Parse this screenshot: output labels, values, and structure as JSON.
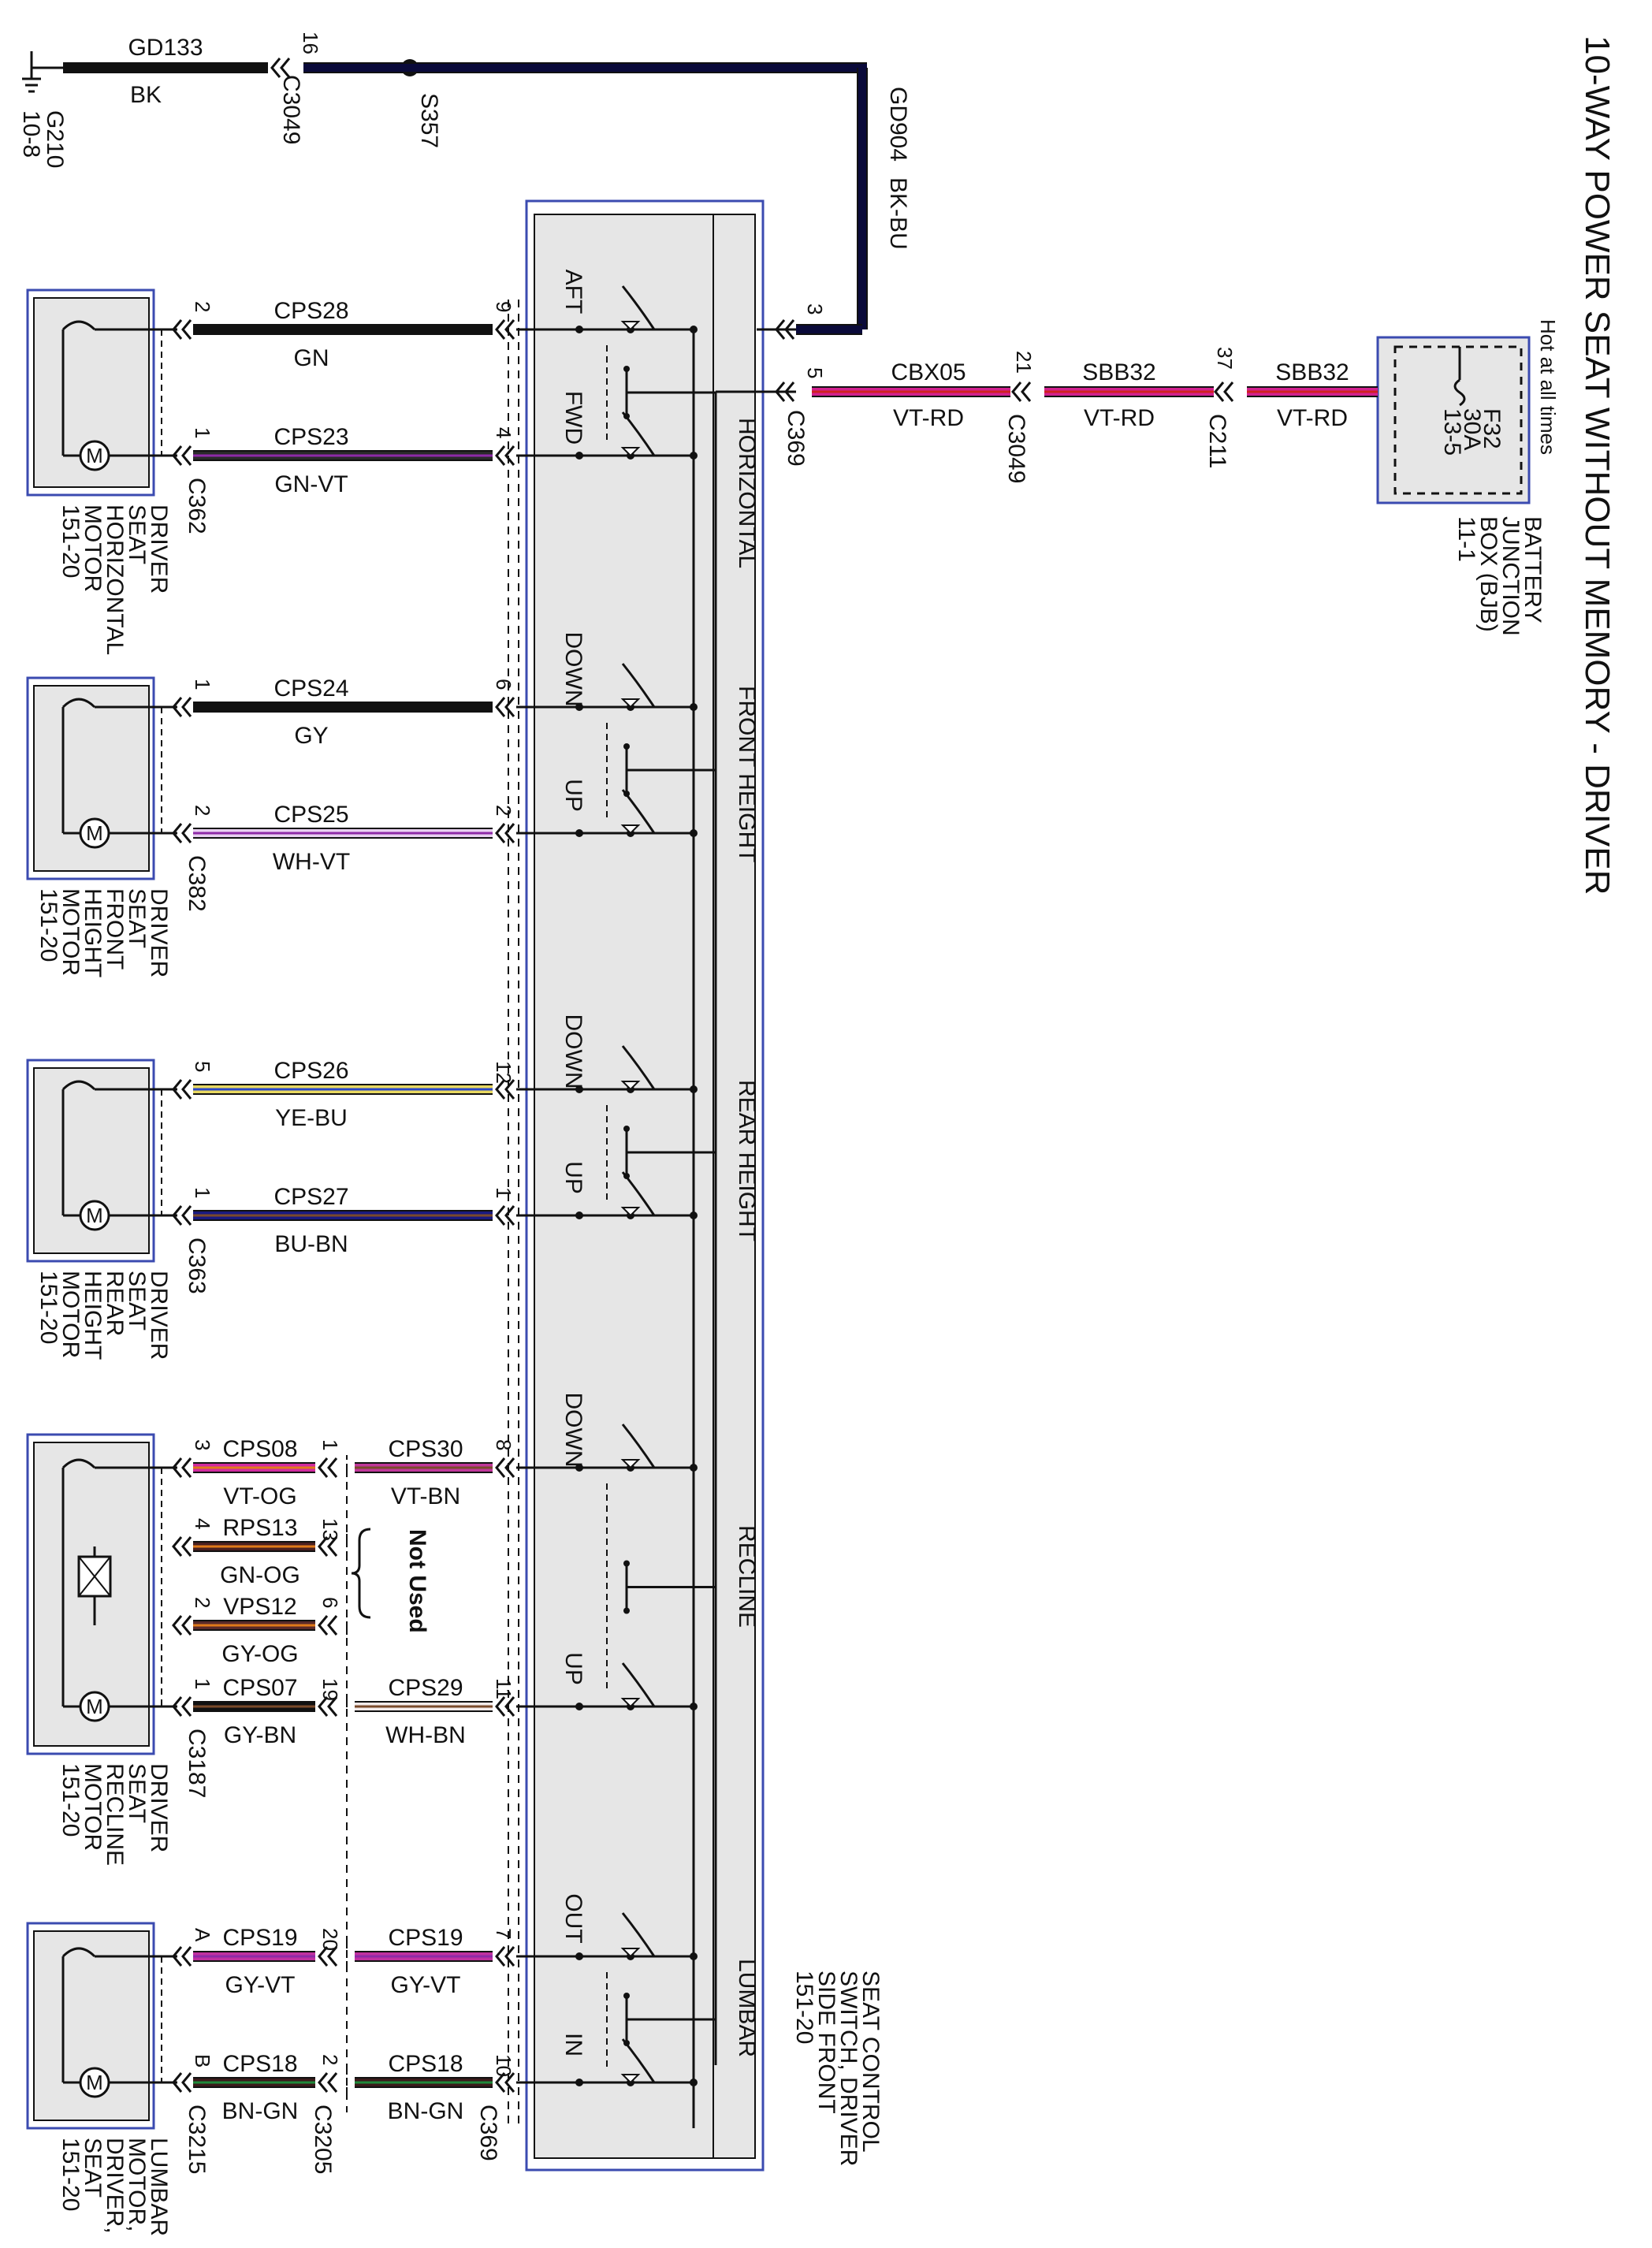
{
  "title": "10-WAY POWER SEAT WITHOUT MEMORY - DRIVER",
  "colors": {
    "BK": "#111111",
    "BK-BU": "#0a0a3a",
    "GN": "#111111",
    "GN-VT": "#2a2a2a",
    "GY": "#111111",
    "WH-VT": "#e8d0f0",
    "YE-BU": "#e8d860",
    "BU-BN": "#1a1a80",
    "VT-OG": "#d12a9e",
    "VT-BN": "#c0369a",
    "GN-OG": "#4a2020",
    "GY-OG": "#5a2a2a",
    "GY-BN": "#111111",
    "WH-BN": "#f2eaea",
    "GY-VT": "#c030a0",
    "BN-GN": "#3a1a1a",
    "VT-RD": "#d1208e",
    "box_fill": "#e6e6e6",
    "box_border": "#3b4bb0"
  },
  "ground": {
    "device": "G210",
    "page": "10-8",
    "circuit": "GD133",
    "color": "BK",
    "pin": "16",
    "connector": "C3049",
    "splice": "S357"
  },
  "gd904": {
    "circuit": "GD904",
    "color": "BK-BU"
  },
  "bjb": {
    "hot_label": "Hot at all times",
    "fuse_name": "F32",
    "fuse_rating": "30A",
    "fuse_page": "13-5",
    "name": [
      "BATTERY",
      "JUNCTION",
      "BOX (BJB)",
      "11-1"
    ]
  },
  "power_feed": [
    {
      "circuit": "SBB32",
      "color": "VT-RD"
    },
    {
      "pin": "37",
      "connector": "C211"
    },
    {
      "circuit": "SBB32",
      "color": "VT-RD"
    },
    {
      "pin": "21",
      "connector": "C3049"
    },
    {
      "circuit": "CBX05",
      "color": "VT-RD"
    }
  ],
  "switch": {
    "name": [
      "SEAT CONTROL",
      "SWITCH, DRIVER",
      "SIDE FRONT",
      "151-20"
    ],
    "pin_ground": "3",
    "pin_power": "5",
    "connector": "C369",
    "sections": [
      "HORIZONTAL",
      "FRONT HEIGHT",
      "REAR HEIGHT",
      "RECLINE",
      "LUMBAR"
    ],
    "labels": [
      "AFT",
      "FWD",
      "DOWN",
      "UP",
      "DOWN",
      "UP",
      "DOWN",
      "UP",
      "OUT",
      "IN"
    ]
  },
  "motors": [
    {
      "name": [
        "DRIVER",
        "SEAT",
        "HORIZONTAL",
        "MOTOR",
        "151-20"
      ],
      "connector": "C362",
      "wires": [
        {
          "motor_pin": "2",
          "circuit": "CPS28",
          "color": "GN",
          "switch_pin": "9"
        },
        {
          "motor_pin": "1",
          "circuit": "CPS23",
          "color": "GN-VT",
          "switch_pin": "4"
        }
      ]
    },
    {
      "name": [
        "DRIVER",
        "SEAT",
        "FRONT",
        "HEIGHT",
        "MOTOR",
        "151-20"
      ],
      "connector": "C382",
      "wires": [
        {
          "motor_pin": "1",
          "circuit": "CPS24",
          "color": "GY",
          "switch_pin": "6"
        },
        {
          "motor_pin": "2",
          "circuit": "CPS25",
          "color": "WH-VT",
          "switch_pin": "2"
        }
      ]
    },
    {
      "name": [
        "DRIVER",
        "SEAT",
        "REAR",
        "HEIGHT",
        "MOTOR",
        "151-20"
      ],
      "connector": "C363",
      "wires": [
        {
          "motor_pin": "5",
          "circuit": "CPS26",
          "color": "YE-BU",
          "switch_pin": "12"
        },
        {
          "motor_pin": "1",
          "circuit": "CPS27",
          "color": "BU-BN",
          "switch_pin": "1"
        }
      ]
    },
    {
      "name": [
        "DRIVER",
        "SEAT",
        "RECLINE",
        "MOTOR",
        "151-20"
      ],
      "connector": "C3187",
      "wires": [
        {
          "motor_pin": "3",
          "circuit": "CPS08",
          "color": "VT-OG",
          "mid_pin": "1",
          "circuit2": "CPS30",
          "color2": "VT-BN",
          "switch_pin": "8"
        },
        {
          "motor_pin": "4",
          "circuit": "RPS13",
          "color": "GN-OG",
          "mid_pin": "13"
        },
        {
          "motor_pin": "2",
          "circuit": "VPS12",
          "color": "GY-OG",
          "mid_pin": "6"
        },
        {
          "motor_pin": "1",
          "circuit": "CPS07",
          "color": "GY-BN",
          "mid_pin": "19",
          "circuit2": "CPS29",
          "color2": "WH-BN",
          "switch_pin": "11"
        }
      ],
      "not_used": "Not Used"
    },
    {
      "name": [
        "LUMBAR",
        "MOTOR,",
        "DRIVER,",
        "SEAT",
        "151-20"
      ],
      "connector": "C3215",
      "connector_mid": "C3205",
      "connector_switch": "C369",
      "wires": [
        {
          "motor_pin": "A",
          "circuit": "CPS19",
          "color": "GY-VT",
          "mid_pin": "20",
          "circuit2": "CPS19",
          "color2": "GY-VT",
          "switch_pin": "7"
        },
        {
          "motor_pin": "B",
          "circuit": "CPS18",
          "color": "BN-GN",
          "mid_pin": "2",
          "circuit2": "CPS18",
          "color2": "BN-GN",
          "switch_pin": "10"
        }
      ]
    }
  ]
}
